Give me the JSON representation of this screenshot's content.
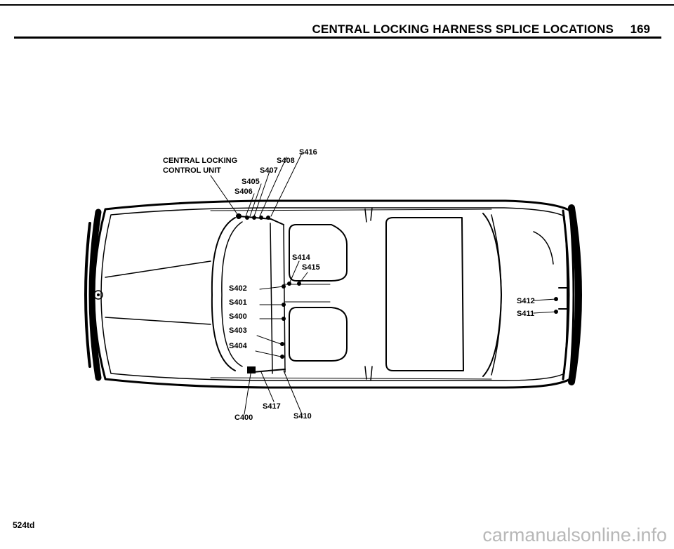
{
  "header": {
    "title": "CENTRAL LOCKING HARNESS SPLICE LOCATIONS",
    "page_number": "169"
  },
  "diagram": {
    "control_unit_label": [
      "CENTRAL LOCKING",
      "CONTROL UNIT"
    ],
    "callouts": [
      "S416",
      "S408",
      "S407",
      "S405",
      "S406",
      "S414",
      "S415",
      "S402",
      "S401",
      "S400",
      "S403",
      "S404",
      "S412",
      "S411",
      "S417",
      "C400",
      "S410"
    ]
  },
  "footer": {
    "model": "524td"
  },
  "watermark": {
    "text": "carmanualsonline.info"
  }
}
